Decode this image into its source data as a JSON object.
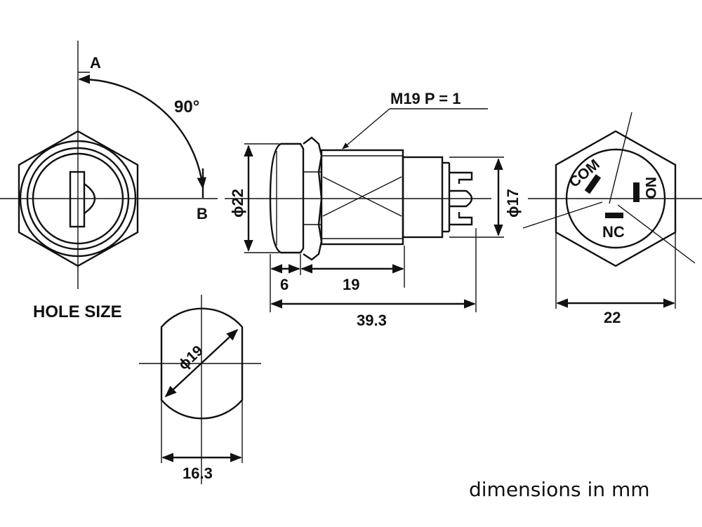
{
  "front_view": {
    "angle_label": "90°",
    "position_a": "A",
    "position_b": "B"
  },
  "side_view": {
    "thread_label": "M19 P = 1",
    "diameter_body": "ϕ22",
    "diameter_rear": "ϕ17",
    "dim_flange": "6",
    "dim_thread": "19",
    "dim_total": "39.3"
  },
  "rear_view": {
    "terminal_com": "COM",
    "terminal_no": "NO",
    "terminal_nc": "NC",
    "dim_width": "22"
  },
  "hole": {
    "title": "HOLE SIZE",
    "diameter": "ϕ19",
    "flat_width": "16.3"
  },
  "footer": {
    "units_note": "dimensions in mm"
  }
}
